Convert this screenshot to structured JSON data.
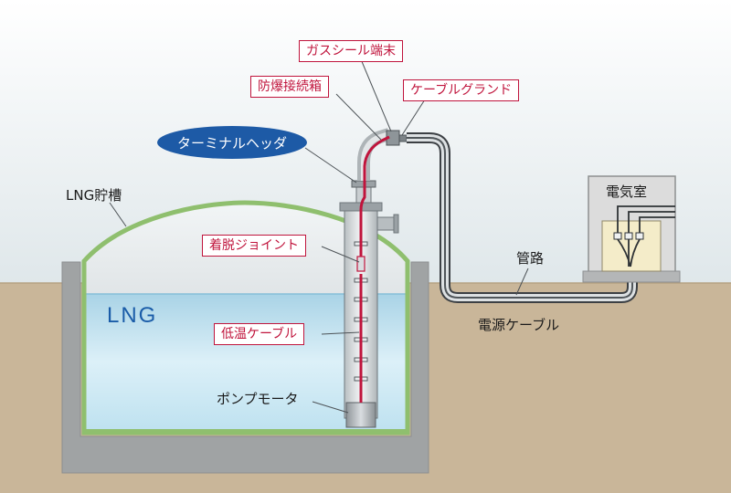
{
  "labels": {
    "gas_seal_end": "ガスシール端末",
    "explosion_proof_box": "防爆接続箱",
    "cable_gland": "ケーブルグランド",
    "terminal_header": "ターミナルヘッダ",
    "lng_storage_tank": "LNG貯槽",
    "electrical_room": "電気室",
    "detachable_joint": "着脱ジョイント",
    "conduit": "管路",
    "lng": "LNG",
    "power_cable": "電源ケーブル",
    "low_temp_cable": "低温ケーブル",
    "pump_motor": "ポンプモータ"
  },
  "colors": {
    "sky": "#e3ecef",
    "ground": "#c9b699",
    "concrete": "#a0a3a4",
    "tank_outline": "#8fbf6e",
    "lng_liquid": "#cde8f3",
    "callout_red": "#c0143c",
    "header_oval": "#1d5aa6",
    "lng_text": "#1a5ca8",
    "panel": "#f4ecc9"
  }
}
